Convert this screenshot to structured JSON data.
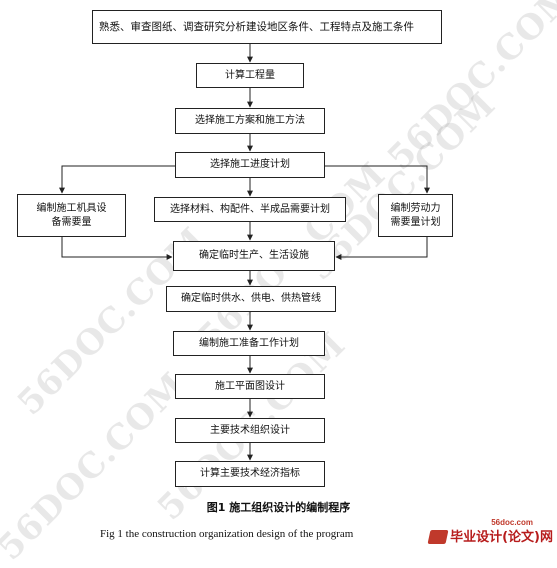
{
  "nodes": {
    "n1": "熟悉、审查图纸、调查研究分析建设地区条件、工程特点及施工条件",
    "n2": "计算工程量",
    "n3": "选择施工方案和施工方法",
    "n4": "选择施工进度计划",
    "n5": "选择材料、构配件、半成品需要计划",
    "n6a": "编制施工机具设",
    "n6b": "备需要量",
    "n7a": "编制劳动力",
    "n7b": "需要量计划",
    "n8": "确定临时生产、生活设施",
    "n9": "确定临时供水、供电、供热管线",
    "n10": "编制施工准备工作计划",
    "n11": "施工平面图设计",
    "n12": "主要技术组织设计",
    "n13": "计算主要技术经济指标"
  },
  "caption_cn": "图1  施工组织设计的编制程序",
  "caption_en": "Fig 1    the construction organization design of the program",
  "watermark": "56DOC.COM",
  "brand": {
    "site": "56doc.com",
    "name": "毕业设计(论文)网",
    "color": "#b71c1c"
  },
  "colors": {
    "line": "#222222"
  }
}
